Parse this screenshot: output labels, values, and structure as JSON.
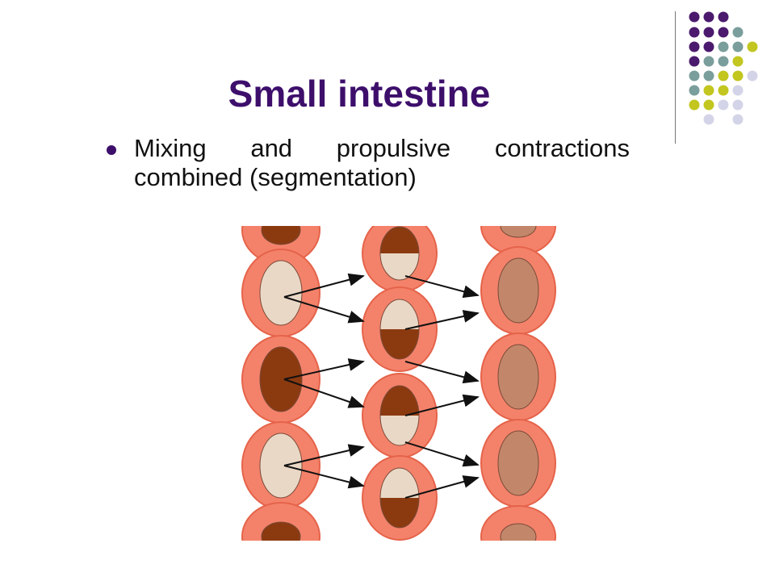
{
  "slide": {
    "title": "Small intestine",
    "bullets": [
      "Mixing and propulsive contractions combined (segmentation)"
    ]
  },
  "colors": {
    "title": "#3d0f6b",
    "bullet": "#3d0f6b",
    "dot_purple": "#4b1a6e",
    "dot_teal": "#7a9e9c",
    "dot_olive": "#c2c61f",
    "dot_lavender": "#d4d4e8",
    "intestine_wall": "#f4826a",
    "intestine_wall_dark": "#e5634a",
    "chyme_light": "#ead8c6",
    "chyme_dark": "#8b3a10",
    "chyme_mixed": "#c2876a"
  },
  "figure": {
    "description_icon": "segmentation-diagram"
  }
}
